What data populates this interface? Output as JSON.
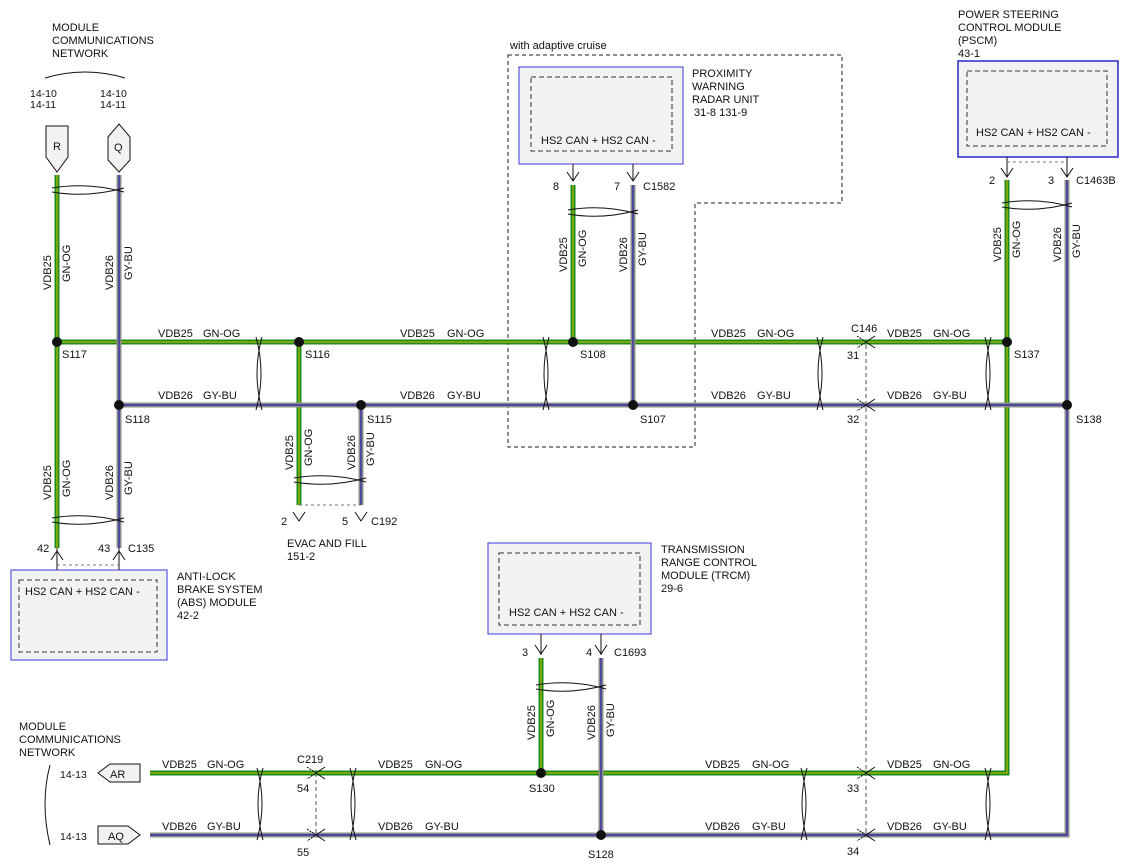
{
  "diagram": {
    "net_top": {
      "title": [
        "MODULE",
        "COMMUNICATIONS",
        "NETWORK"
      ],
      "ref_r": [
        "14-10",
        "14-11"
      ],
      "ref_q": [
        "14-10",
        "14-11"
      ],
      "conn_r": "R",
      "conn_q": "Q"
    },
    "net_bottom": {
      "title": [
        "MODULE",
        "COMMUNICATIONS",
        "NETWORK"
      ],
      "ref_ar": "14-13",
      "ref_aq": "14-13",
      "conn_ar": "AR",
      "conn_aq": "AQ"
    },
    "adaptive_cruise_label": "with adaptive cruise",
    "radar": {
      "name": [
        "PROXIMITY",
        "WARNING",
        "RADAR UNIT"
      ],
      "ref": "31-8    131-9",
      "pin_label": "HS2 CAN +  HS2 CAN -",
      "pin_pos": "8",
      "pin_neg": "7",
      "connector": "C1582"
    },
    "pscm": {
      "name": [
        "POWER STEERING",
        "CONTROL MODULE",
        "(PSCM)"
      ],
      "ref": "43-1",
      "pin_label": "HS2 CAN +  HS2 CAN -",
      "pin_pos": "2",
      "pin_neg": "3",
      "connector": "C1463B"
    },
    "abs": {
      "name": [
        "ANTI-LOCK",
        "BRAKE SYSTEM",
        "(ABS) MODULE"
      ],
      "ref": "42-2",
      "pin_label": "HS2 CAN +  HS2 CAN -",
      "pin_pos": "42",
      "pin_neg": "43",
      "connector": "C135"
    },
    "trcm": {
      "name": [
        "TRANSMISSION",
        "RANGE CONTROL",
        "MODULE (TRCM)"
      ],
      "ref": "29-6",
      "pin_label": "HS2 CAN +  HS2 CAN -",
      "pin_pos": "3",
      "pin_neg": "4",
      "connector": "C1693"
    },
    "evac": {
      "name": "EVAC AND FILL",
      "ref": "151-2",
      "pin_pos": "2",
      "pin_neg": "5",
      "connector": "C192"
    },
    "wires": {
      "pos_circuit": "VDB25",
      "pos_color": "GN-OG",
      "neg_circuit": "VDB26",
      "neg_color": "GY-BU"
    },
    "splices": {
      "s117": "S117",
      "s118": "S118",
      "s116": "S116",
      "s115": "S115",
      "s108": "S108",
      "s107": "S107",
      "s137": "S137",
      "s138": "S138",
      "s130": "S130",
      "s128": "S128"
    },
    "inline": {
      "c146": "C146",
      "c146_pos": "31",
      "c146_neg": "32",
      "c219": "C219",
      "c219_pos": "54",
      "c219_neg": "55",
      "right_pos": "33",
      "right_neg": "34"
    }
  },
  "colors": {
    "pos_wire_green": "#1d8a1d",
    "pos_wire_yellow": "#d6c800",
    "neg_wire_gray": "#8d8d8d",
    "neg_wire_blue": "#3030a0",
    "module_border": "#3a3ad6",
    "module_fill": "#f2f2f2"
  }
}
